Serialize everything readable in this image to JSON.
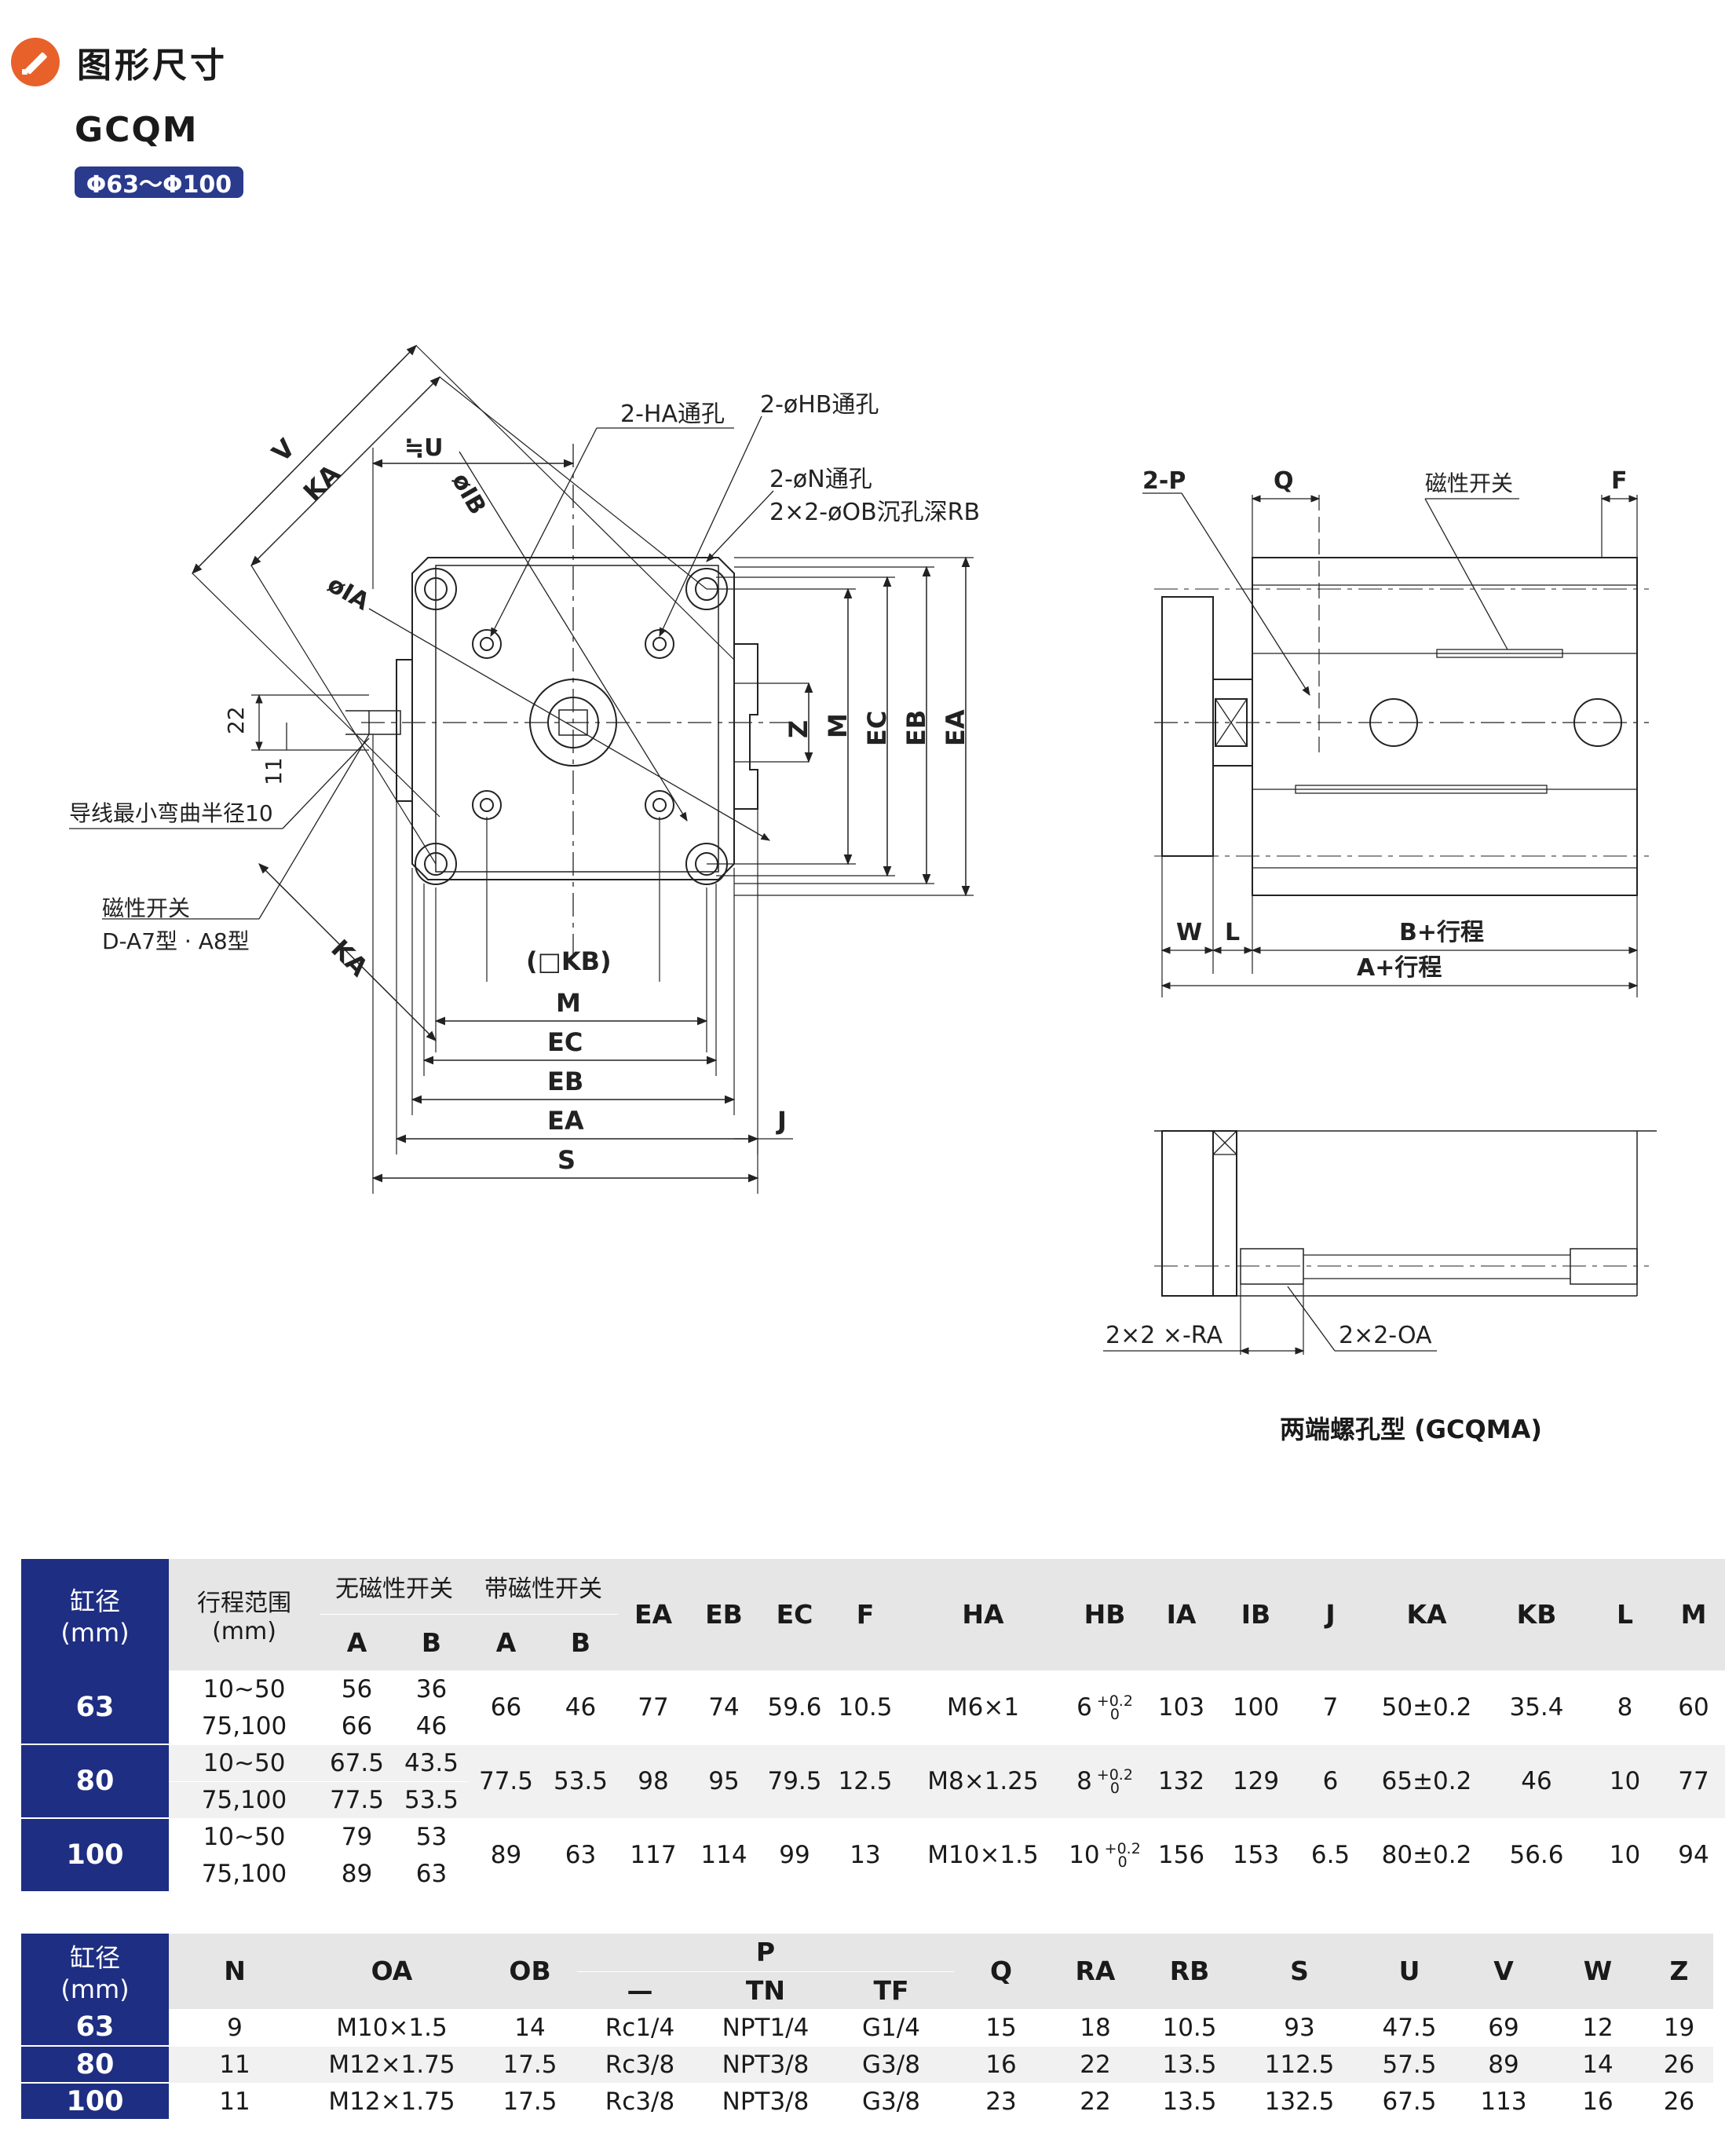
{
  "header": {
    "title": "图形尺寸",
    "model": "GCQM",
    "size_range": "Φ63～Φ100"
  },
  "front_view": {
    "labels": {
      "v": "V",
      "ka": "KA",
      "ka2": "KA",
      "u": "≒U",
      "ib": "øIB",
      "ia": "øIA",
      "ha": "2-HA通孔",
      "hb": "2-øHB通孔",
      "n": "2-øN通孔",
      "ob": "2×2-øOB沉孔深RB",
      "d22": "22",
      "d11": "11",
      "wire": "导线最小弯曲半径10",
      "switch1": "磁性开关",
      "switch2": "D-A7型 · A8型",
      "kb": "(□KB)",
      "m_h": "M",
      "ec_h": "EC",
      "eb_h": "EB",
      "ea_h": "EA",
      "s_h": "S",
      "j": "J",
      "z": "Z",
      "m_v": "M",
      "ec_v": "EC",
      "eb_v": "EB",
      "ea_v": "EA"
    }
  },
  "side_view": {
    "labels": {
      "p": "2-P",
      "q": "Q",
      "switch": "磁性开关",
      "f": "F",
      "w": "W",
      "l": "L",
      "b": "B+行程",
      "a": "A+行程"
    }
  },
  "gcqma_view": {
    "labels": {
      "ra": "2×2 ×-RA",
      "oa": "2×2-OA"
    },
    "caption": "两端螺孔型 (GCQMA)"
  },
  "table1": {
    "bore_header": "缸径\n(mm)",
    "stroke_header": "行程范围\n(mm)",
    "group_no_switch": "无磁性开关",
    "group_switch": "带磁性开关",
    "sub_cols": [
      "A",
      "B",
      "A",
      "B"
    ],
    "cols": [
      "EA",
      "EB",
      "EC",
      "F",
      "HA",
      "HB",
      "IA",
      "IB",
      "J",
      "KA",
      "KB",
      "L",
      "M"
    ],
    "tol_top": "+0.2",
    "tol_bot": "0",
    "rows": [
      {
        "bore": "63",
        "strokes": [
          "10~50",
          "75,100"
        ],
        "na": [
          "56",
          "66"
        ],
        "nb": [
          "36",
          "46"
        ],
        "sa": "66",
        "sb": "46",
        "EA": "77",
        "EB": "74",
        "EC": "59.6",
        "F": "10.5",
        "HA": "M6×1",
        "HB": "6",
        "IA": "103",
        "IB": "100",
        "J": "7",
        "KA": "50±0.2",
        "KB": "35.4",
        "L": "8",
        "M": "60"
      },
      {
        "bore": "80",
        "strokes": [
          "10~50",
          "75,100"
        ],
        "na": [
          "67.5",
          "77.5"
        ],
        "nb": [
          "43.5",
          "53.5"
        ],
        "sa": "77.5",
        "sb": "53.5",
        "EA": "98",
        "EB": "95",
        "EC": "79.5",
        "F": "12.5",
        "HA": "M8×1.25",
        "HB": "8",
        "IA": "132",
        "IB": "129",
        "J": "6",
        "KA": "65±0.2",
        "KB": "46",
        "L": "10",
        "M": "77"
      },
      {
        "bore": "100",
        "strokes": [
          "10~50",
          "75,100"
        ],
        "na": [
          "79",
          "89"
        ],
        "nb": [
          "53",
          "63"
        ],
        "sa": "89",
        "sb": "63",
        "EA": "117",
        "EB": "114",
        "EC": "99",
        "F": "13",
        "HA": "M10×1.5",
        "HB": "10",
        "IA": "156",
        "IB": "153",
        "J": "6.5",
        "KA": "80±0.2",
        "KB": "56.6",
        "L": "10",
        "M": "94"
      }
    ]
  },
  "table2": {
    "bore_header": "缸径\n(mm)",
    "p_header": "P",
    "p_sub": [
      "—",
      "TN",
      "TF"
    ],
    "cols_left": [
      "N",
      "OA",
      "OB"
    ],
    "cols_right": [
      "Q",
      "RA",
      "RB",
      "S",
      "U",
      "V",
      "W",
      "Z"
    ],
    "rows": [
      {
        "bore": "63",
        "N": "9",
        "OA": "M10×1.5",
        "OB": "14",
        "P": "Rc1/4",
        "TN": "NPT1/4",
        "TF": "G1/4",
        "Q": "15",
        "RA": "18",
        "RB": "10.5",
        "S": "93",
        "U": "47.5",
        "V": "69",
        "W": "12",
        "Z": "19"
      },
      {
        "bore": "80",
        "N": "11",
        "OA": "M12×1.75",
        "OB": "17.5",
        "P": "Rc3/8",
        "TN": "NPT3/8",
        "TF": "G3/8",
        "Q": "16",
        "RA": "22",
        "RB": "13.5",
        "S": "112.5",
        "U": "57.5",
        "V": "89",
        "W": "14",
        "Z": "26"
      },
      {
        "bore": "100",
        "N": "11",
        "OA": "M12×1.75",
        "OB": "17.5",
        "P": "Rc3/8",
        "TN": "NPT3/8",
        "TF": "G3/8",
        "Q": "23",
        "RA": "22",
        "RB": "13.5",
        "S": "132.5",
        "U": "67.5",
        "V": "113",
        "W": "16",
        "Z": "26"
      }
    ]
  }
}
